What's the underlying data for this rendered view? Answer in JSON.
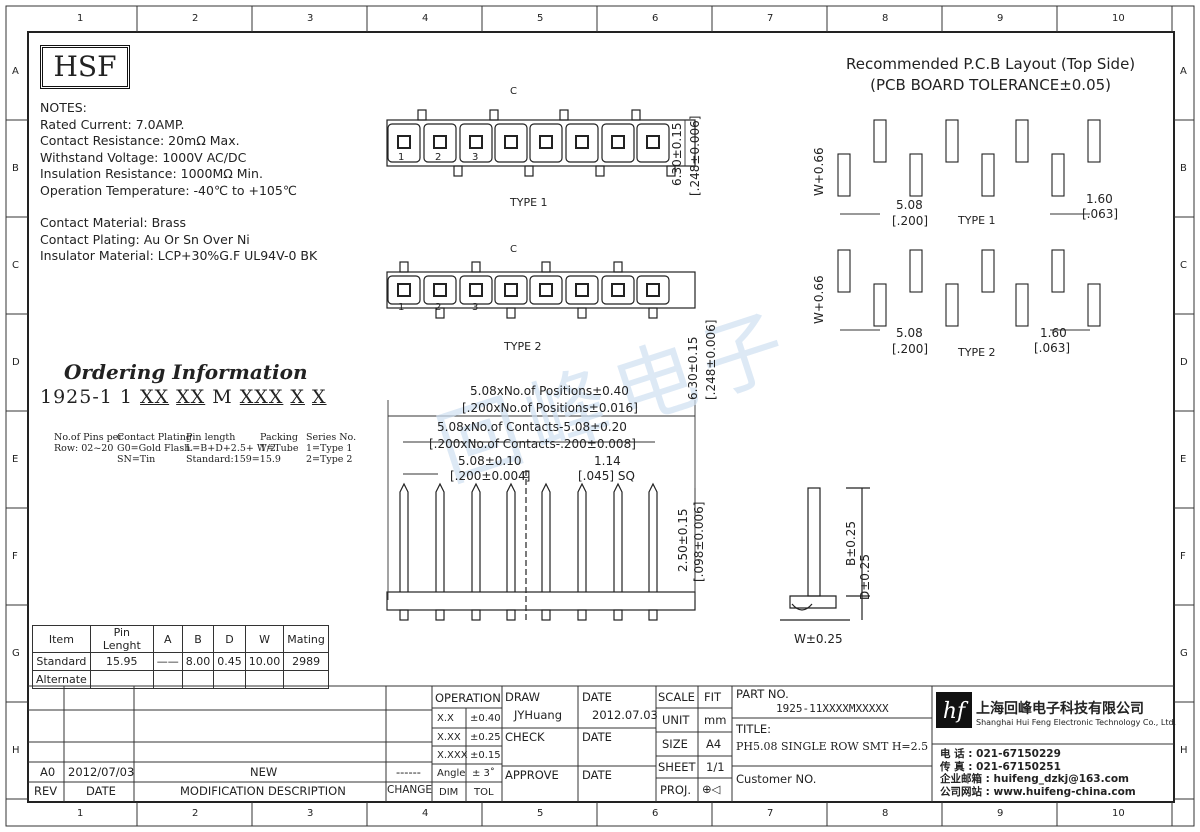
{
  "logo": "HSF",
  "notes": {
    "title": "NOTES:",
    "lines": [
      "Rated Current: 7.0AMP.",
      "Contact Resistance: 20mΩ Max.",
      "Withstand Voltage: 1000V AC/DC",
      "Insulation Resistance: 1000MΩ Min.",
      "Operation Temperature: -40℃ to +105℃"
    ],
    "materials": [
      "Contact Material: Brass",
      "Contact Plating: Au Or Sn Over Ni",
      "Insulator Material: LCP+30%G.F UL94V-0 BK"
    ]
  },
  "ordering": {
    "title": "Ordering Information",
    "code_prefix": "1925-1 1",
    "code_p1": "XX",
    "code_p2": "XX",
    "code_m": "M",
    "code_p3": "XXX",
    "code_p4": "X",
    "code_p5": "X",
    "keys": [
      {
        "h": "No.of Pins per",
        "l1": "Row: 02~20",
        "l2": ""
      },
      {
        "h": "Contact Plating",
        "l1": "G0=Gold Flash",
        "l2": "SN=Tin"
      },
      {
        "h": "Pin length",
        "l1": "L=B+D+2.5+ W/2",
        "l2": "Standard:159=15.9"
      },
      {
        "h": "Packing",
        "l1": "T=Tube",
        "l2": ""
      },
      {
        "h": "Series No.",
        "l1": "1=Type 1",
        "l2": "2=Type 2"
      }
    ]
  },
  "pcb": {
    "title1": "Recommended P.C.B Layout (Top Side)",
    "title2": "(PCB BOARD TOLERANCE±0.05)",
    "w_label": "W+0.66",
    "pitch": "5.08",
    "pitch_in": "[.200]",
    "pad": "1.60",
    "pad_in": "[.063]",
    "type1": "TYPE 1",
    "type2": "TYPE 2"
  },
  "drawing": {
    "type1": "TYPE 1",
    "type2": "TYPE 2",
    "pin_nums": [
      "1",
      "2",
      "3"
    ],
    "cl": "C",
    "h1": "6.30±0.15",
    "h1_in": "[.248±0.006]",
    "h2": "6.30±0.15",
    "h2_in": "[.248±0.006]",
    "d1": "5.08xNo.of Positions±0.40",
    "d1_in": "[.200xNo.of Positions±0.016]",
    "d2": "5.08xNo.of Contacts-5.08±0.20",
    "d2_in": "[.200xNo.of Contacts-.200±0.008]",
    "d3": "5.08±0.10",
    "d3_in": "[.200±0.004]",
    "d4": "1.14",
    "d4_in": "[.045] SQ",
    "h3": "2.50±0.15",
    "h3_in": "[.098±0.006]",
    "b": "B±0.25",
    "d": "D±0.25",
    "w": "W±0.25"
  },
  "pin_table": {
    "headers": [
      "Item",
      "Pin Lenght",
      "A",
      "B",
      "D",
      "W",
      "Mating"
    ],
    "rows": [
      [
        "Standard",
        "15.95",
        "——",
        "8.00",
        "0.45",
        "10.00",
        "2989"
      ],
      [
        "Alternate",
        "",
        "",
        "",
        "",
        "",
        ""
      ]
    ]
  },
  "title_block": {
    "rev_row": {
      "rev": "A0",
      "date": "2012/07/03",
      "desc": "NEW",
      "change": "------"
    },
    "rev_hdr": {
      "rev": "REV",
      "date": "DATE",
      "desc": "MODIFICATION DESCRIPTION",
      "change": "CHANGE"
    },
    "operation": "OPERATION",
    "tol": [
      [
        "X.X",
        "±0.40"
      ],
      [
        "X.XX",
        "±0.25"
      ],
      [
        "X.XXX",
        "±0.15"
      ],
      [
        "Angle",
        "± 3˚"
      ]
    ],
    "dim": "DIM",
    "tolh": "TOL",
    "draw": "DRAW",
    "drawer": "JYHuang",
    "check": "CHECK",
    "approve": "APPROVE",
    "date": "DATE",
    "date_val": "2012.07.03",
    "scale": "SCALE",
    "fit": "FIT",
    "unit": "UNIT",
    "unit_val": "mm",
    "size": "SIZE",
    "size_val": "A4",
    "sheet": "SHEET",
    "sheet_val": "1/1",
    "proj": "PROJ.",
    "proj_sym": "⊕◁",
    "part_no": "PART NO.",
    "part_val": "1925-11XXXXMXXXXX",
    "title": "TITLE:",
    "title_val": "PH5.08 SINGLE ROW SMT H=2.5",
    "customer": "Customer NO.",
    "company_cn": "上海回峰电子科技有限公司",
    "company_en": "Shanghai Hui Feng Electronic Technology Co., Ltd.",
    "tel": "电 话 : 021-67150229",
    "fax": "传 真 : 021-67150251",
    "email": "企业邮箱 : huifeng_dzkj@163.com",
    "web": "公司网站 : www.huifeng-china.com"
  },
  "grid": {
    "cols": [
      "1",
      "2",
      "3",
      "4",
      "5",
      "6",
      "7",
      "8",
      "9",
      "10"
    ],
    "rows": [
      "A",
      "B",
      "C",
      "D",
      "E",
      "F",
      "G",
      "H"
    ]
  },
  "watermark": "回峰电子"
}
